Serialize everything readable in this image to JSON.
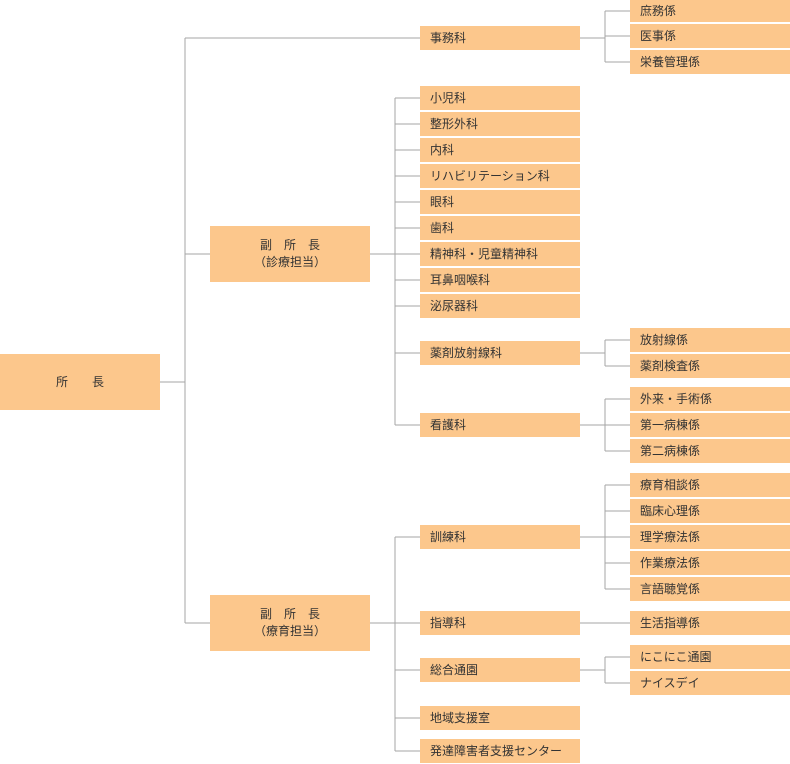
{
  "colors": {
    "box": "#fcc78c",
    "line": "#a6a6a6"
  },
  "org": {
    "director": "所　　長",
    "office": {
      "name": "事務科",
      "sections": [
        "庶務係",
        "医事係",
        "栄養管理係"
      ]
    },
    "deputy_medical": {
      "title": "副　所　長",
      "role": "（診療担当）",
      "departments": [
        {
          "name": "小児科"
        },
        {
          "name": "整形外科"
        },
        {
          "name": "内科"
        },
        {
          "name": "リハビリテーション科"
        },
        {
          "name": "眼科"
        },
        {
          "name": "歯科"
        },
        {
          "name": "精神科・児童精神科"
        },
        {
          "name": "耳鼻咽喉科"
        },
        {
          "name": "泌尿器科"
        },
        {
          "name": "薬剤放射線科",
          "sections": [
            "放射線係",
            "薬剤検査係"
          ]
        },
        {
          "name": "看護科",
          "sections": [
            "外来・手術係",
            "第一病棟係",
            "第二病棟係"
          ]
        }
      ]
    },
    "deputy_care": {
      "title": "副　所　長",
      "role": "（療育担当）",
      "departments": [
        {
          "name": "訓練科",
          "sections": [
            "療育相談係",
            "臨床心理係",
            "理学療法係",
            "作業療法係",
            "言語聴覚係"
          ]
        },
        {
          "name": "指導科",
          "sections": [
            "生活指導係"
          ]
        },
        {
          "name": "総合通園",
          "sections": [
            "にこにこ通園",
            "ナイスデイ"
          ]
        },
        {
          "name": "地域支援室"
        },
        {
          "name": "発達障害者支援センター"
        }
      ]
    }
  }
}
